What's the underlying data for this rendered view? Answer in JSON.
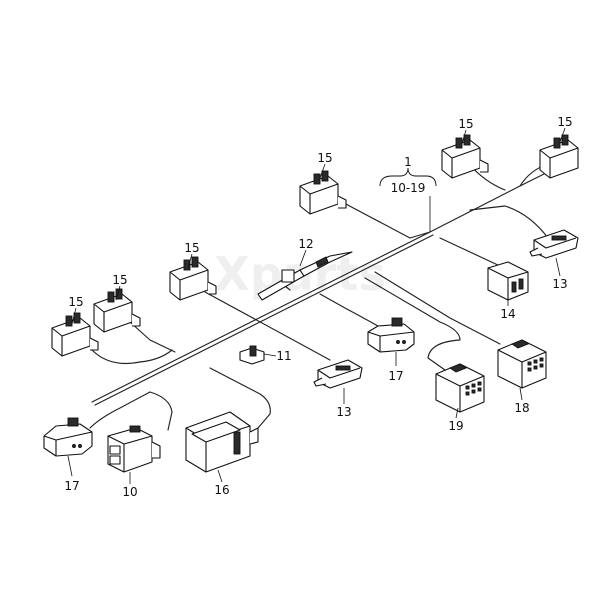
{
  "diagram": {
    "group_label": "1",
    "group_range": "10-19",
    "watermark": "Xparts",
    "callouts": [
      {
        "id": "c15a",
        "label": "15"
      },
      {
        "id": "c15b",
        "label": "15"
      },
      {
        "id": "c15c",
        "label": "15"
      },
      {
        "id": "c15d",
        "label": "15"
      },
      {
        "id": "c15e",
        "label": "15"
      },
      {
        "id": "c15f",
        "label": "15"
      },
      {
        "id": "c12",
        "label": "12"
      },
      {
        "id": "c13a",
        "label": "13"
      },
      {
        "id": "c13b",
        "label": "13"
      },
      {
        "id": "c14",
        "label": "14"
      },
      {
        "id": "c11",
        "label": "11"
      },
      {
        "id": "c17a",
        "label": "17"
      },
      {
        "id": "c17b",
        "label": "17"
      },
      {
        "id": "c18",
        "label": "18"
      },
      {
        "id": "c19",
        "label": "19"
      },
      {
        "id": "c10",
        "label": "10"
      },
      {
        "id": "c16",
        "label": "16"
      }
    ]
  }
}
